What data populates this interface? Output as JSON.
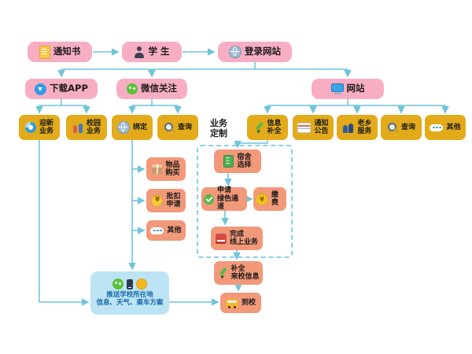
{
  "colors": {
    "pink_node": "#F8AEC2",
    "gold_node": "#E3AB1B",
    "orange_node": "#F2997A",
    "panel_blue": "#BCE4F4",
    "connector": "#6FC4DC"
  },
  "nodes": {
    "notice": {
      "label": "通知书"
    },
    "student": {
      "label": "学 生"
    },
    "login_site": {
      "label": "登录网站"
    },
    "download_app": {
      "label": "下载APP"
    },
    "wechat_follow": {
      "label": "微信关注"
    },
    "website": {
      "label": "网站"
    },
    "welcome_service": {
      "label": "迎新\n业务"
    },
    "campus_service": {
      "label": "校园\n业务"
    },
    "bind": {
      "label": "绑定"
    },
    "wechat_query": {
      "label": "查询"
    },
    "business_custom": {
      "label": "业务\n定制"
    },
    "info_complete": {
      "label": "信息\n补全"
    },
    "notice_board": {
      "label": "通知\n公告"
    },
    "hometown_service": {
      "label": "老乡\n服务"
    },
    "web_query": {
      "label": "查询"
    },
    "web_other": {
      "label": "其他"
    },
    "goods_purchase": {
      "label": "物品\n购买"
    },
    "batch_deduct": {
      "label": "批扣\n申请"
    },
    "custom_other": {
      "label": "其他"
    },
    "dorm_select": {
      "label": "宿舍\n选择"
    },
    "green_channel": {
      "label": "申请\n绿色通道"
    },
    "pay_fee": {
      "label": "缴费"
    },
    "finish_online": {
      "label": "完成\n线上业务"
    },
    "fill_arrival": {
      "label": "补全\n来校信息"
    },
    "arrive": {
      "label": "到校"
    },
    "push_info": {
      "label": "推送学校所在地\n信息、天气、乘车方案"
    }
  }
}
